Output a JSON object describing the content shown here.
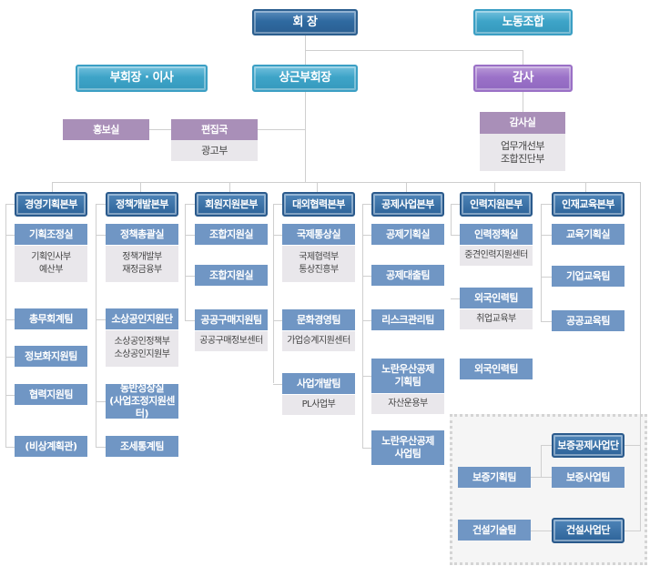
{
  "top": {
    "chairman": "회    장",
    "union": "노동조합",
    "vice_board": "부회장 · 이사",
    "standing_vice": "상근부회장",
    "audit": "감사"
  },
  "pr": "홍보실",
  "editorial": {
    "name": "편집국",
    "subs": [
      "광고부"
    ]
  },
  "audit_office": {
    "name": "감사실",
    "subs": [
      "업무개선부",
      "조합진단부"
    ]
  },
  "hq": [
    {
      "name": "경영기획본부",
      "units": [
        {
          "name": "기획조정실",
          "subs": [
            "기획인사부",
            "예산부"
          ]
        },
        {
          "name": "총무회계팀"
        },
        {
          "name": "정보화지원팀"
        },
        {
          "name": "협력지원팀"
        },
        {
          "name": "(비상계획관)"
        }
      ]
    },
    {
      "name": "정책개발본부",
      "units": [
        {
          "name": "정책총괄실",
          "subs": [
            "정책개발부",
            "재정금융부"
          ]
        },
        {
          "name": "소상공인지원단",
          "subs": [
            "소상공인정책부",
            "소상공인지원부"
          ]
        },
        {
          "name": "동반성장실",
          "name2": "(사업조정지원센터)"
        },
        {
          "name": "조세통계팀"
        }
      ]
    },
    {
      "name": "회원지원본부",
      "units": [
        {
          "name": "조합지원실"
        },
        {
          "name": "조합지원실"
        },
        {
          "name": "공공구매지원팀",
          "subs": [
            "공공구매정보센터"
          ]
        }
      ]
    },
    {
      "name": "대외협력본부",
      "units": [
        {
          "name": "국제통상실",
          "subs": [
            "국제협력부",
            "통상진흥부"
          ]
        },
        {
          "name": "문화경영팀",
          "subs": [
            "가업승계지원센터"
          ]
        },
        {
          "name": "사업개발팀",
          "subs": [
            "PL사업부"
          ]
        }
      ]
    },
    {
      "name": "공제사업본부",
      "units": [
        {
          "name": "공제기획실"
        },
        {
          "name": "공제대출팀"
        },
        {
          "name": "리스크관리팀"
        },
        {
          "name": "노란우산공제",
          "name2": "기획팀",
          "subs": [
            "자산운용부"
          ]
        },
        {
          "name": "노란우산공제",
          "name2": "사업팀"
        }
      ]
    },
    {
      "name": "인력지원본부",
      "units": [
        {
          "name": "인력정책실",
          "subs": [
            "중견인력지원센터"
          ]
        },
        {
          "name": "외국인력팀",
          "subs": [
            "취업교육부"
          ]
        },
        {
          "name": "외국인력팀"
        }
      ]
    },
    {
      "name": "인재교육본부",
      "units": [
        {
          "name": "교육기획실"
        },
        {
          "name": "기업교육팀"
        },
        {
          "name": "공공교육팀"
        }
      ]
    }
  ],
  "guarantee": {
    "hq": "보증공제사업단",
    "biz": "보증사업팀",
    "plan": "보증기획팀"
  },
  "construction": {
    "hq": "건설사업단",
    "tech": "건설기술팀"
  }
}
